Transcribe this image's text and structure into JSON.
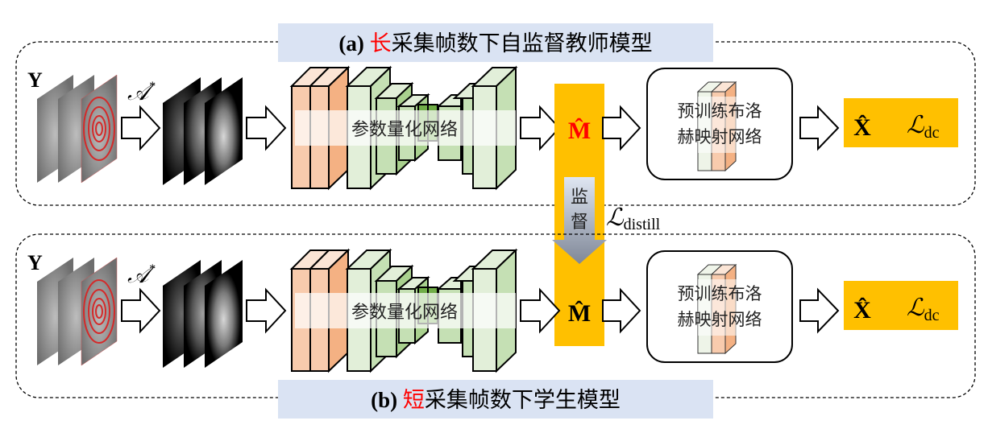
{
  "panels": [
    {
      "id": "a",
      "title_prefix": "(a) ",
      "title_highlight": "长",
      "title_rest": "采集帧数下自监督教师模型",
      "input_label": "Y",
      "operator_label": "𝒜",
      "operator_superscript": "*",
      "network_label": "参数量化网络",
      "m_label": "M̂",
      "m_color": "#ff0000",
      "mapping_label_line1": "预训练布洛",
      "mapping_label_line2": "赫映射网络",
      "output_label": "X̂",
      "loss_label": "ℒ",
      "loss_subscript": "dc"
    },
    {
      "id": "b",
      "title_prefix": "(b) ",
      "title_highlight": "短",
      "title_rest": "采集帧数下学生模型",
      "input_label": "Y",
      "operator_label": "𝒜",
      "operator_superscript": "*",
      "network_label": "参数量化网络",
      "m_label": "M̂",
      "m_color": "#000000",
      "mapping_label_line1": "预训练布洛",
      "mapping_label_line2": "赫映射网络",
      "output_label": "X̂",
      "loss_label": "ℒ",
      "loss_subscript": "dc"
    }
  ],
  "supervision": {
    "label_line1": "监",
    "label_line2": "督",
    "loss_label": "ℒ",
    "loss_subscript": "distill"
  },
  "colors": {
    "highlight_text": "#ff0000",
    "title_bg": "#dae3f3",
    "yellow": "#ffc000",
    "orange_light": "#f8cbad",
    "orange_dark": "#f4b183",
    "green_light": "#e2efd9",
    "green_mid": "#c5e0b4",
    "green_dark": "#a9d18e"
  }
}
